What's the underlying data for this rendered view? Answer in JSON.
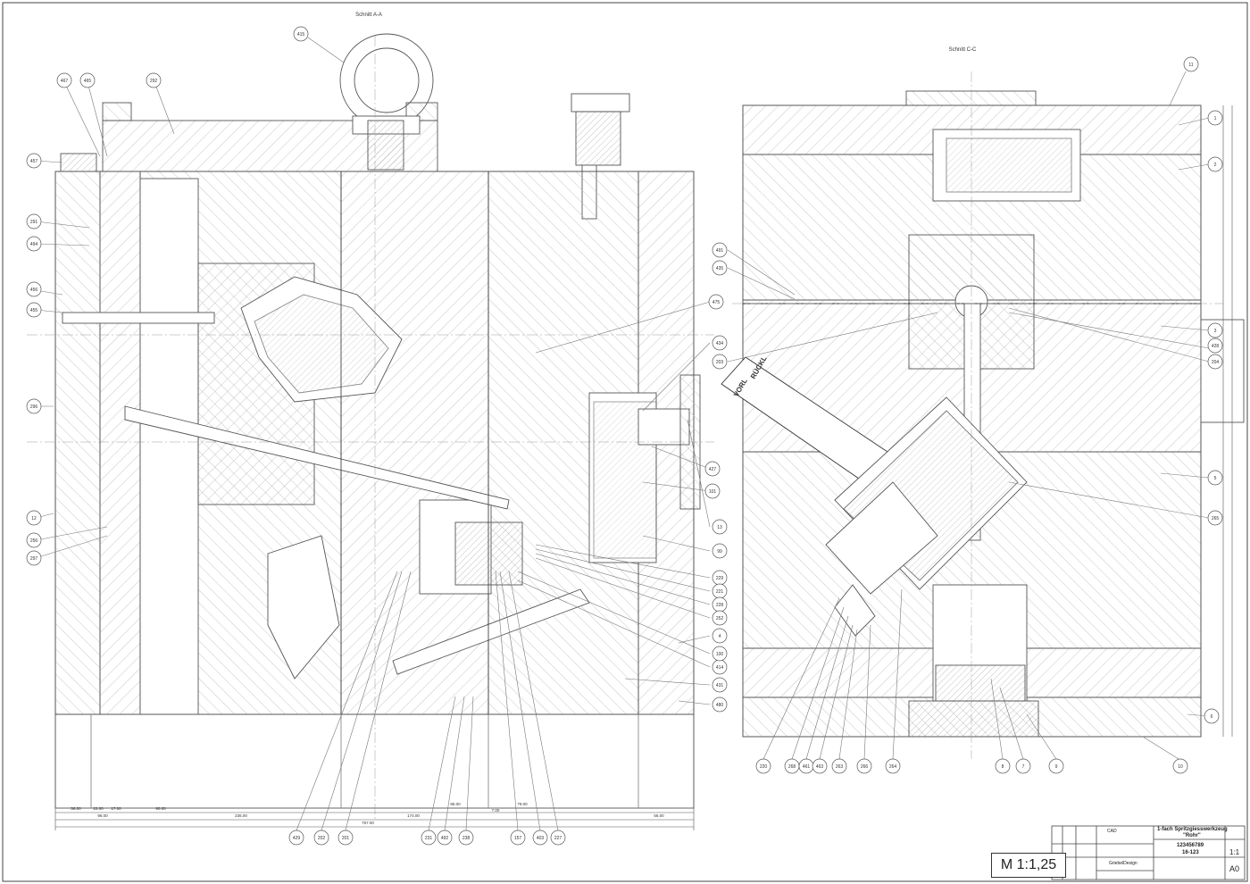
{
  "sections": {
    "left_title": "Schnitt A-A",
    "right_title": "Schnitt C-C"
  },
  "scale": "M 1:1,25",
  "balloons_left": [
    "415",
    "467",
    "465",
    "292",
    "457",
    "291",
    "494",
    "456",
    "455",
    "296",
    "12",
    "256",
    "297",
    "475",
    "434",
    "13",
    "101",
    "427",
    "99",
    "229",
    "221",
    "228",
    "252",
    "414",
    "100",
    "431",
    "480",
    "429",
    "202",
    "201",
    "231",
    "492",
    "238",
    "157",
    "403",
    "227",
    "4"
  ],
  "balloons_right": [
    "11",
    "1",
    "2",
    "3",
    "428",
    "204",
    "491",
    "435",
    "203",
    "5",
    "265",
    "6",
    "10",
    "9",
    "7",
    "8",
    "220",
    "268",
    "461",
    "463",
    "263",
    "266",
    "264"
  ],
  "plates_right": [
    "VORL",
    "RÜCKL"
  ],
  "dimensions_bottom": [
    "56.00",
    "22.00",
    "17.00",
    "96.00",
    "90.00",
    "236.00",
    "86.00",
    "7.00",
    "79.00",
    "174.00",
    "56.00",
    "757.00"
  ],
  "title_block": {
    "title_line1": "1-fach Spritzgiesswerkzeug",
    "title_line2": "\"Rohr\"",
    "drawing_number": "123456789",
    "part_number": "16-123",
    "scale_value": "1:1",
    "format": "A0",
    "company": "GriebelDesign",
    "cad_label": "CAD"
  }
}
